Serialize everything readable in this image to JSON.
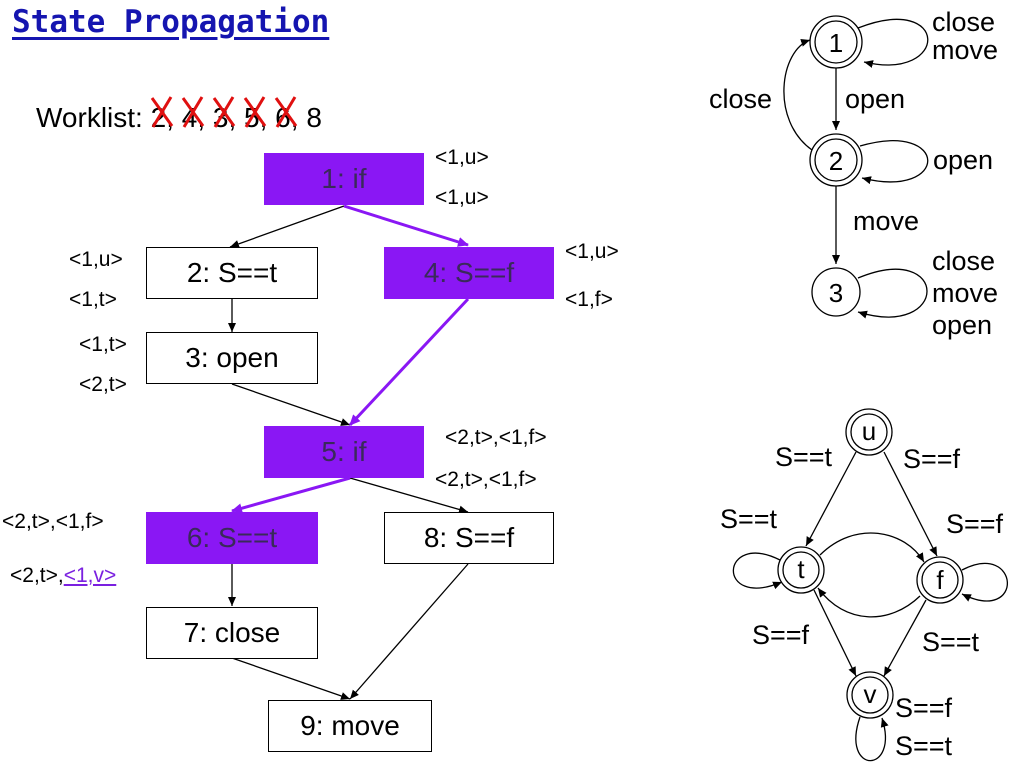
{
  "title": "State Propagation",
  "worklist": {
    "label": "Worklist: ",
    "items": [
      {
        "text": "2",
        "crossed": true
      },
      {
        "text": "4",
        "crossed": true
      },
      {
        "text": "3",
        "crossed": true
      },
      {
        "text": "5",
        "crossed": true
      },
      {
        "text": "6",
        "crossed": true
      },
      {
        "text": "8",
        "crossed": false
      }
    ]
  },
  "colors": {
    "highlight": "#8a17f4",
    "highlight_text": "#3a2a5a",
    "cross": "#e01010",
    "title": "#1515b0",
    "link": "#7a20e0"
  },
  "cfg": {
    "nodes": {
      "n1": "1: if",
      "n2": "2: S==t",
      "n3": "3: open",
      "n4": "4: S==f",
      "n5": "5: if",
      "n6": "6: S==t",
      "n7": "7: close",
      "n8": "8: S==f",
      "n9": "9: move"
    },
    "labels": {
      "n1_in": "<1,u>",
      "n1_out": "<1,u>",
      "n2_in": "<1,u>",
      "n2_out": "<1,t>",
      "n3_in": "<1,t>",
      "n3_out": "<2,t>",
      "n4_in": "<1,u>",
      "n4_out": "<1,f>",
      "n5_in": "<2,t>,<1,f>",
      "n5_out": "<2,t>,<1,f>",
      "n6_in": "<2,t>,<1,f>",
      "n6_out_prefix": "<2,t>,",
      "n6_out_link": "<1,v>"
    }
  },
  "file_sm": {
    "states": {
      "s1": "1",
      "s2": "2",
      "s3": "3"
    },
    "labels": {
      "s1_self": "close\nmove",
      "s1_open": "open",
      "s2_close": "close",
      "s2_self": "open",
      "s2_move": "move",
      "s3_self": "close\nmove\nopen"
    }
  },
  "s_sm": {
    "states": {
      "u": "u",
      "t": "t",
      "f": "f",
      "v": "v"
    },
    "labels": {
      "u_t": "S==t",
      "u_f": "S==f",
      "t_self": "S==t",
      "f_self": "S==f",
      "t_v": "S==f",
      "f_v": "S==t",
      "v_self_1": "S==f",
      "v_self_2": "S==t"
    }
  }
}
